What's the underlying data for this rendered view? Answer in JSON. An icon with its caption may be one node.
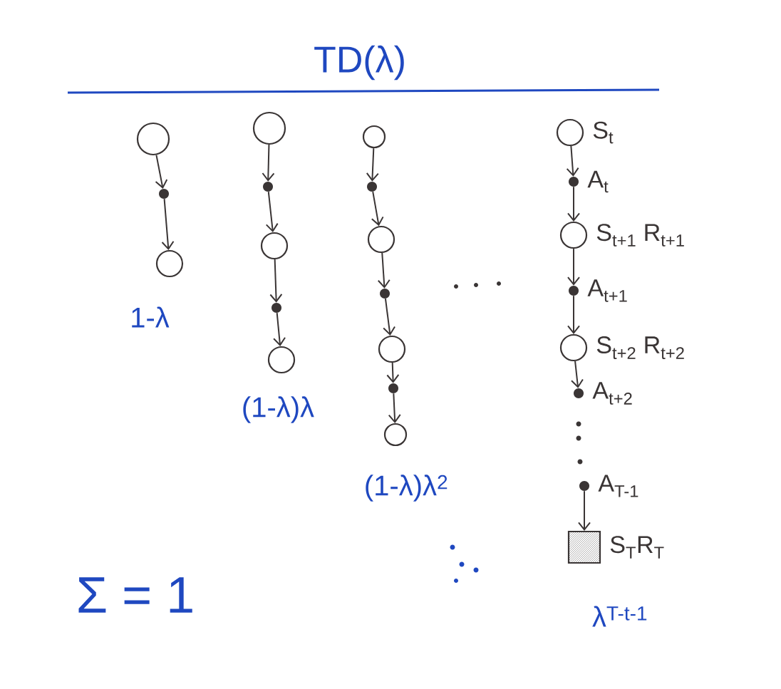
{
  "diagram": {
    "title": "TD(λ)",
    "nodes": [
      {
        "text": [],
        "shape": "circle"
      },
      {
        "text": [],
        "shape": "dot"
      },
      {
        "text": [],
        "shape": "circle"
      },
      {
        "text": [],
        "shape": "circle"
      },
      {
        "text": [],
        "shape": "dot"
      },
      {
        "text": [],
        "shape": "circle"
      },
      {
        "text": [],
        "shape": "dot"
      },
      {
        "text": [],
        "shape": "circle"
      },
      {
        "text": [],
        "shape": "circle"
      },
      {
        "text": [],
        "shape": "dot"
      },
      {
        "text": [],
        "shape": "circle"
      },
      {
        "text": [],
        "shape": "dot"
      },
      {
        "text": [],
        "shape": "circle"
      },
      {
        "text": [],
        "shape": "dot"
      },
      {
        "text": [],
        "shape": "circle"
      },
      {
        "text": [],
        "shape": "circle",
        "beside": [
          "S$_{t}$"
        ]
      },
      {
        "text": [],
        "shape": "dot",
        "beside": [
          "A$_{t}$"
        ]
      },
      {
        "text": [],
        "shape": "circle",
        "beside": [
          "S$_{t+1}$ R$_{t+1}$"
        ]
      },
      {
        "text": [],
        "shape": "dot",
        "beside": [
          "A$_{t+1}$"
        ]
      },
      {
        "text": [],
        "shape": "circle",
        "beside": [
          "S$_{t+2}$ R$_{t+2}$"
        ]
      },
      {
        "text": [],
        "shape": "dot",
        "beside": [
          "A$_{t+2}$"
        ]
      },
      {
        "text": [],
        "shape": "dot",
        "beside": [
          "A$_{T-1}$"
        ]
      },
      {
        "text": [],
        "shape": "box",
        "beside": [
          "S$_{T}$R$_{T}$"
        ]
      }
    ],
    "edges": [
      {
        "from": 0,
        "to": 1,
        "arrow": "to"
      },
      {
        "from": 1,
        "to": 2,
        "arrow": "to"
      },
      {
        "from": 3,
        "to": 4,
        "arrow": "to"
      },
      {
        "from": 4,
        "to": 5,
        "arrow": "to"
      },
      {
        "from": 5,
        "to": 6,
        "arrow": "to"
      },
      {
        "from": 6,
        "to": 7,
        "arrow": "to"
      },
      {
        "from": 8,
        "to": 9,
        "arrow": "to"
      },
      {
        "from": 9,
        "to": 10,
        "arrow": "to"
      },
      {
        "from": 10,
        "to": 11,
        "arrow": "to"
      },
      {
        "from": 11,
        "to": 12,
        "arrow": "to"
      },
      {
        "from": 12,
        "to": 13,
        "arrow": "to"
      },
      {
        "from": 13,
        "to": 14,
        "arrow": "to"
      },
      {
        "from": 15,
        "to": 16,
        "arrow": "to"
      },
      {
        "from": 16,
        "to": 17,
        "arrow": "to"
      },
      {
        "from": 17,
        "to": 18,
        "arrow": "to"
      },
      {
        "from": 18,
        "to": 19,
        "arrow": "to"
      },
      {
        "from": 19,
        "to": 20,
        "arrow": "to"
      },
      {
        "from": 21,
        "to": 22,
        "arrow": "to"
      }
    ],
    "labels": [
      "1-λ",
      "(1-λ)λ",
      "(1-λ)λ$^{2}$",
      "λ$^{T-t-1}$",
      "Σ = 1"
    ]
  }
}
